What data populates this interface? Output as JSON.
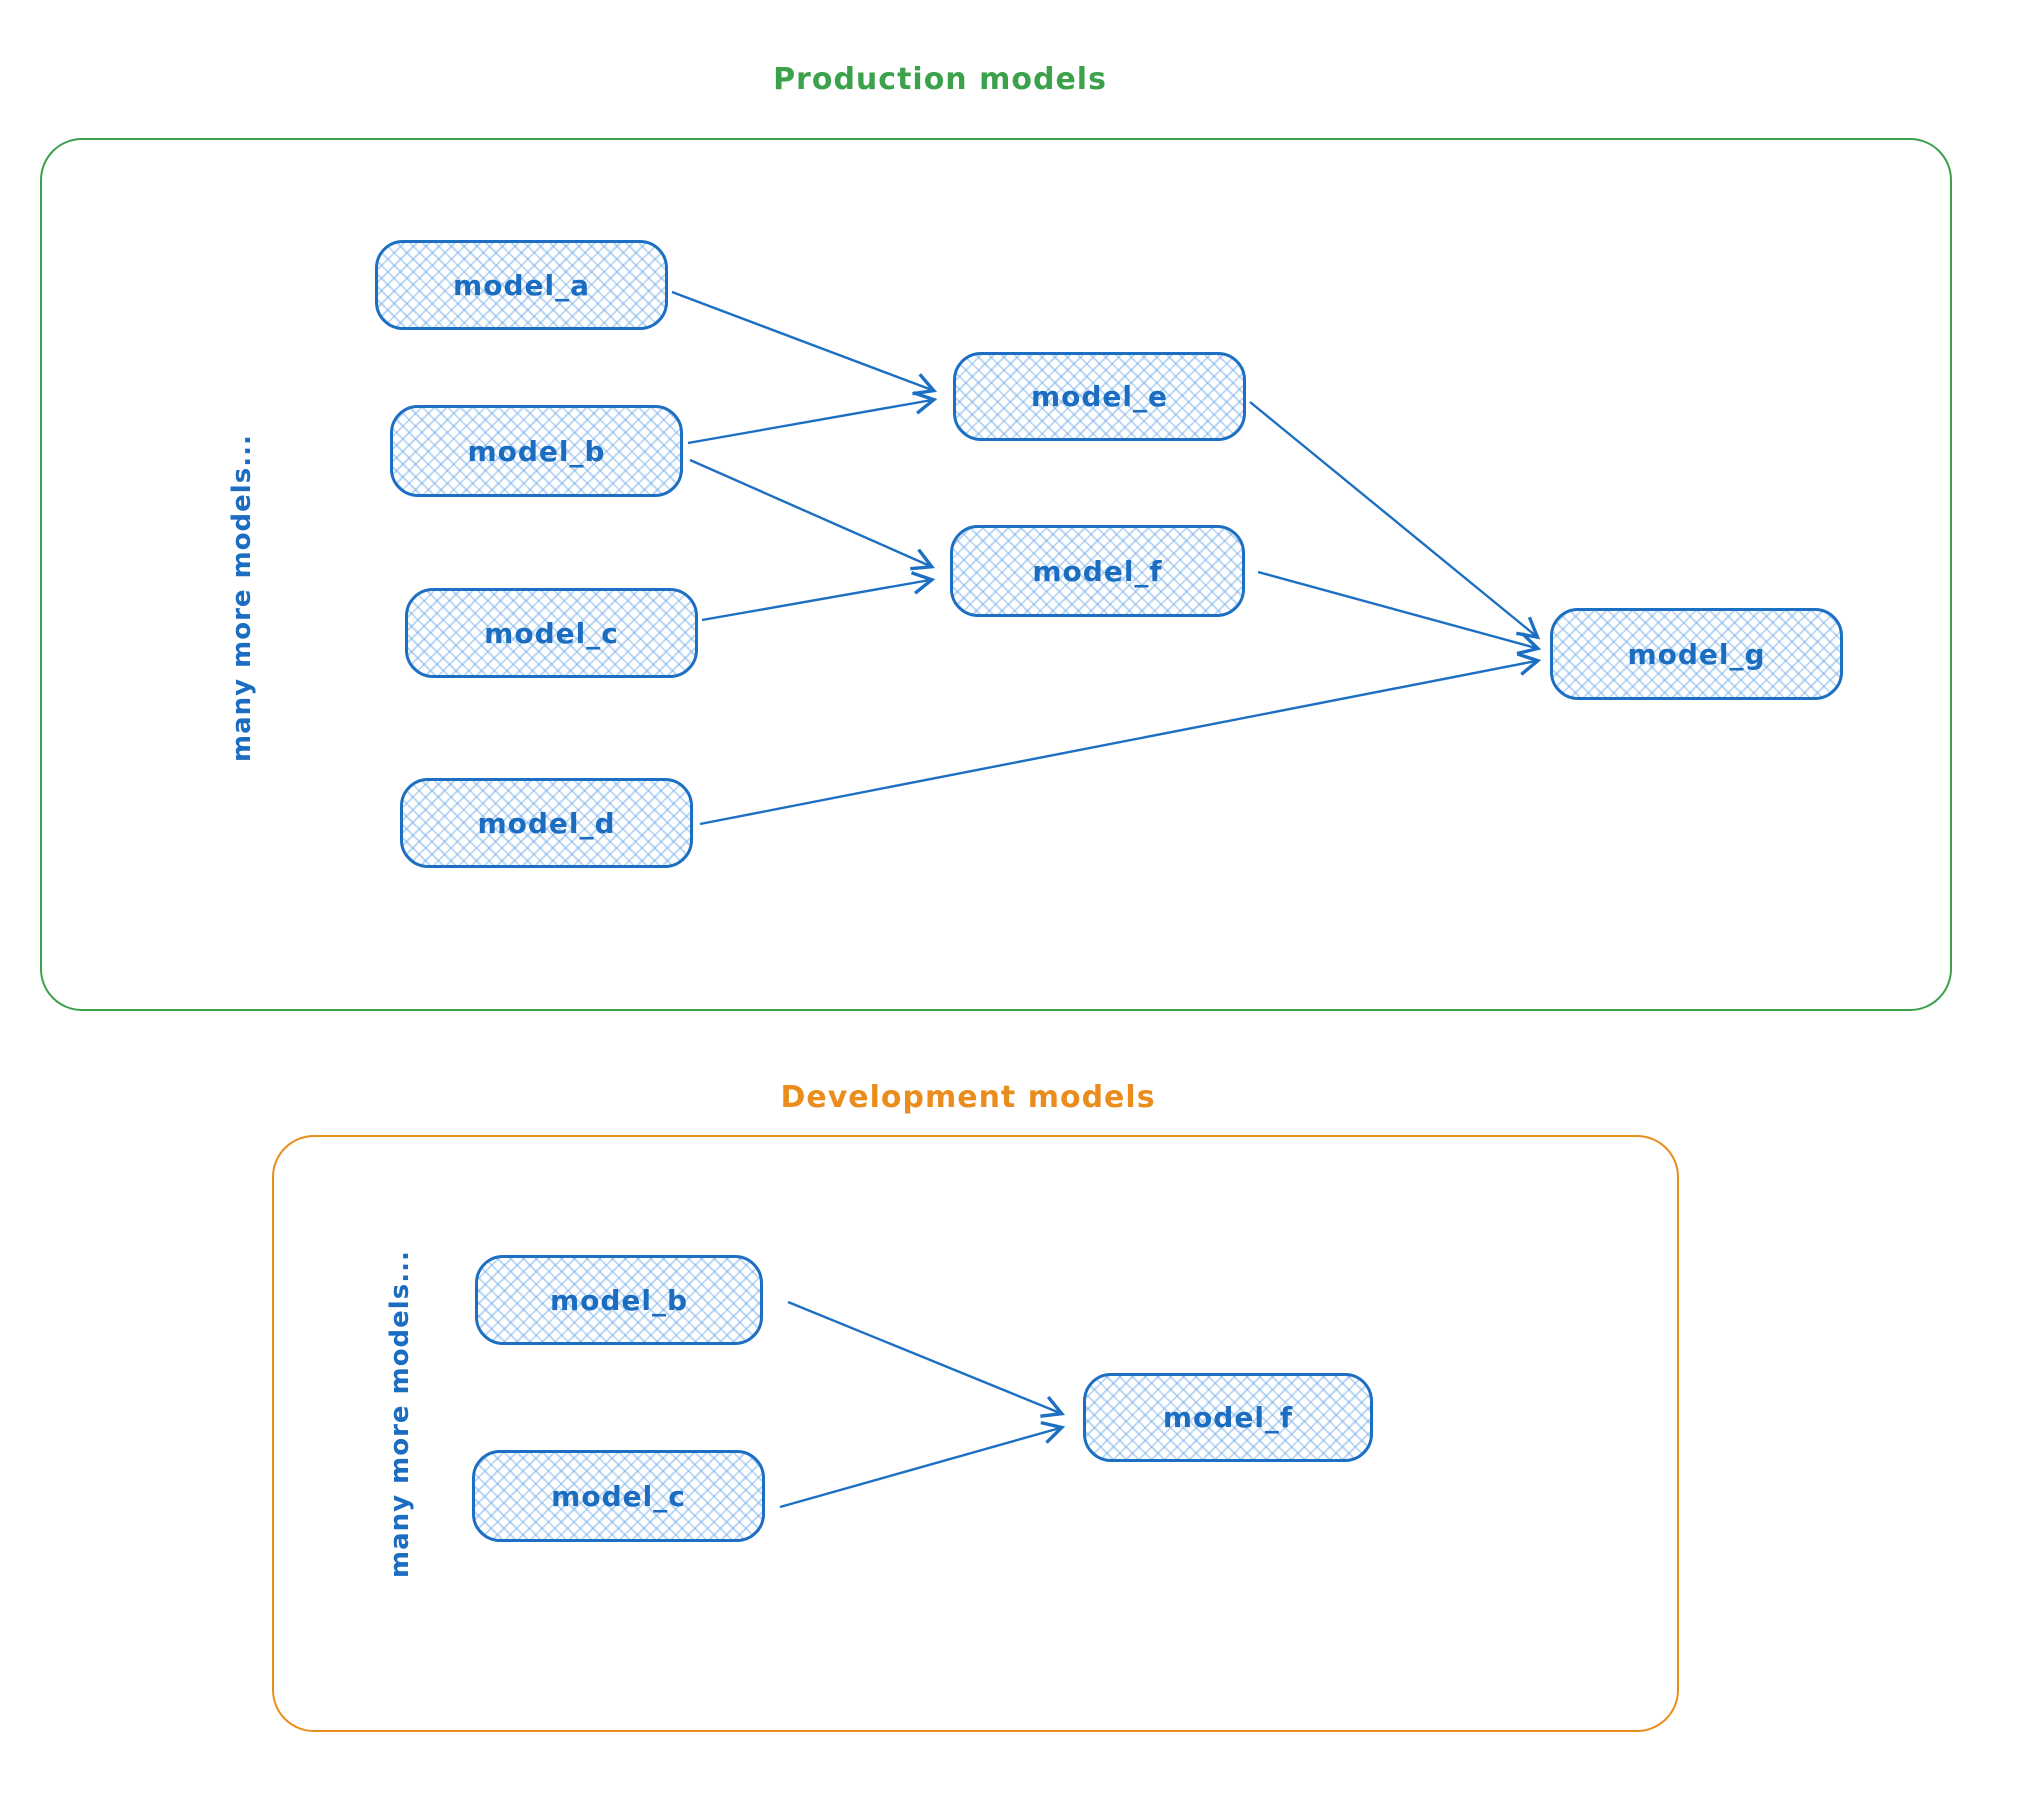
{
  "diagram": {
    "colors": {
      "node_stroke": "#1c6fc2",
      "node_text": "#1a6dc0",
      "node_fill_hatch": "#a9cdf0",
      "production_border": "#3ba14b",
      "development_border": "#eb8d1d"
    },
    "production": {
      "title": "Production models",
      "side_label": "many more models...",
      "nodes": {
        "a": "model_a",
        "b": "model_b",
        "c": "model_c",
        "d": "model_d",
        "e": "model_e",
        "f": "model_f",
        "g": "model_g"
      },
      "edges": [
        "model_a → model_e",
        "model_b → model_e",
        "model_b → model_f",
        "model_c → model_f",
        "model_d → model_g",
        "model_e → model_g",
        "model_f → model_g"
      ]
    },
    "development": {
      "title": "Development models",
      "side_label": "many more models...",
      "nodes": {
        "b": "model_b",
        "c": "model_c",
        "f": "model_f"
      },
      "edges": [
        "model_b → model_f",
        "model_c → model_f"
      ]
    }
  }
}
